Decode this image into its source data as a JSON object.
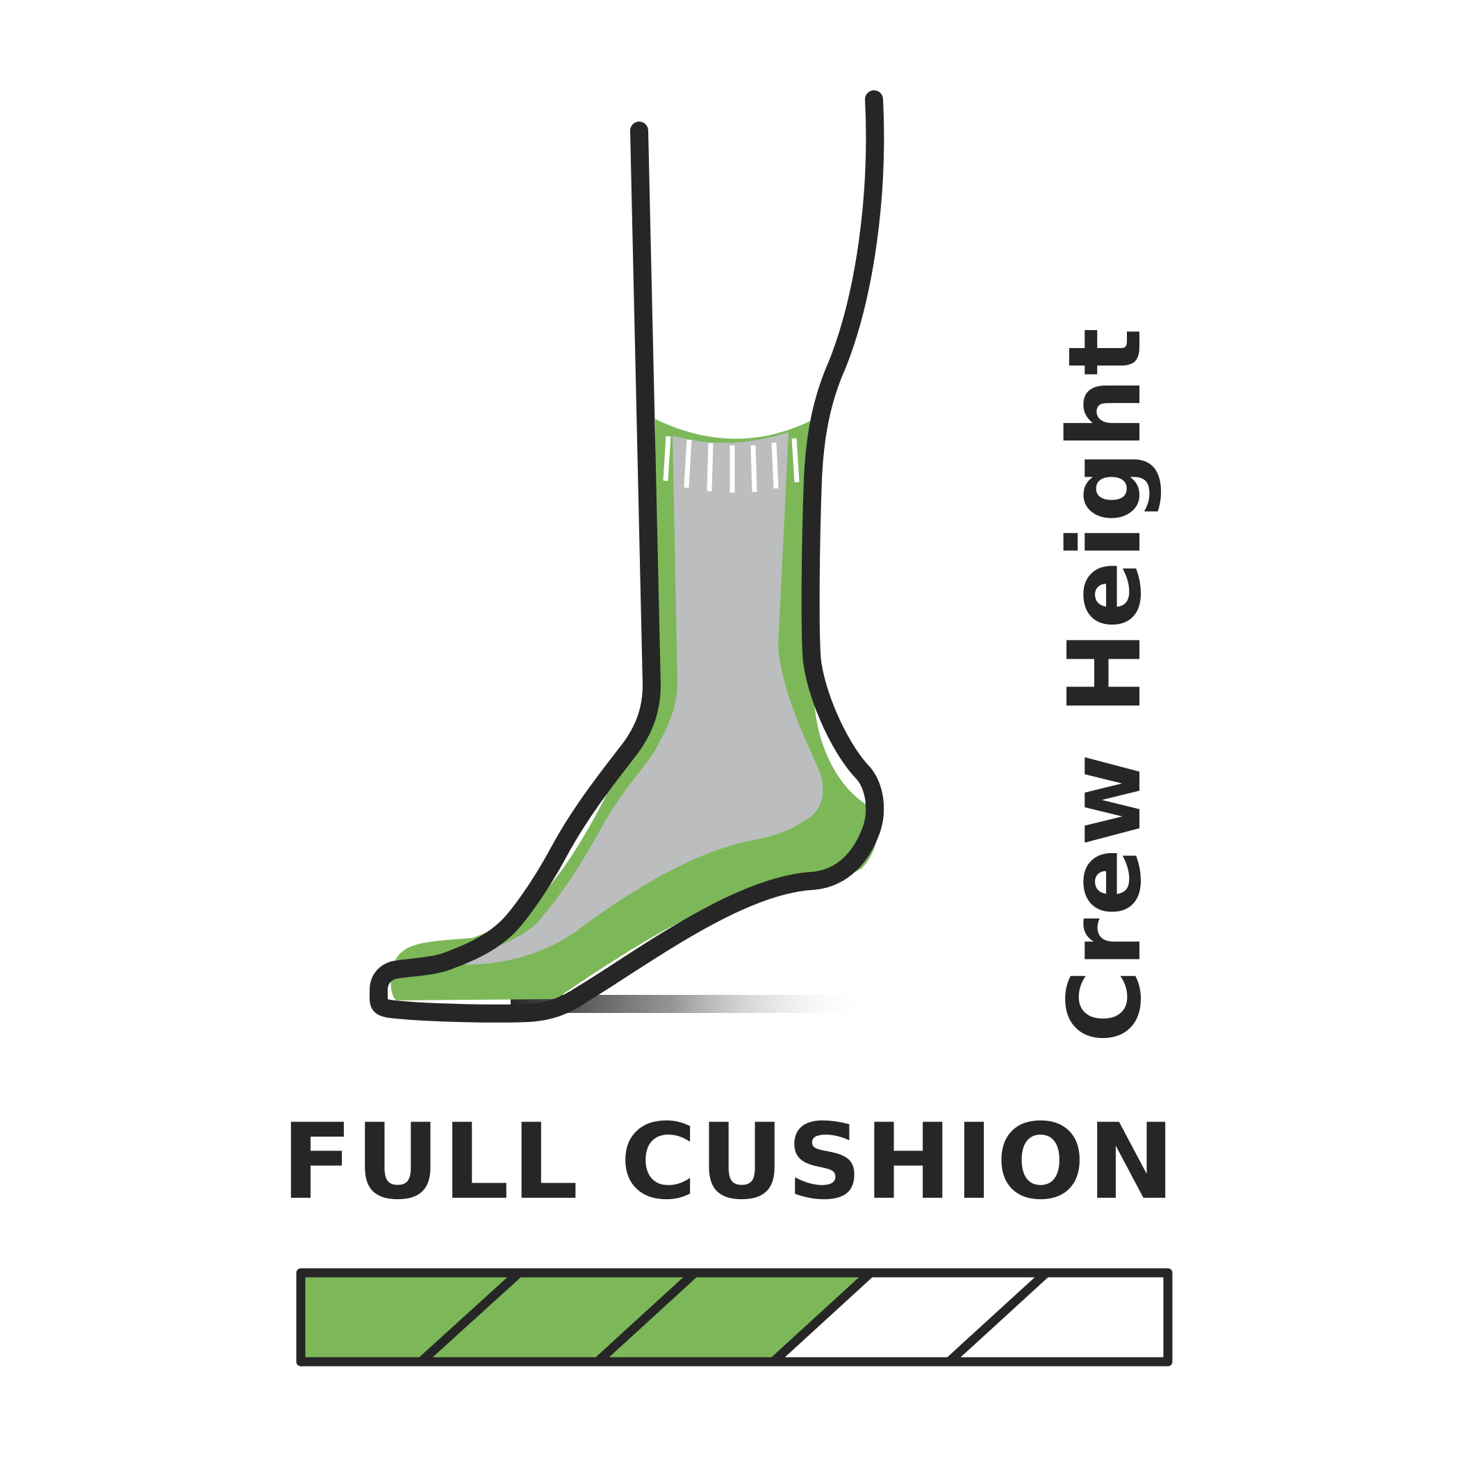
{
  "height": {
    "label": "Crew Height"
  },
  "cushion": {
    "label": "FULL CUSHION",
    "level": 3,
    "max": 5
  },
  "colors": {
    "outline": "#262626",
    "green": "#7cb858",
    "grey": "#bcbdbf",
    "white": "#ffffff"
  }
}
